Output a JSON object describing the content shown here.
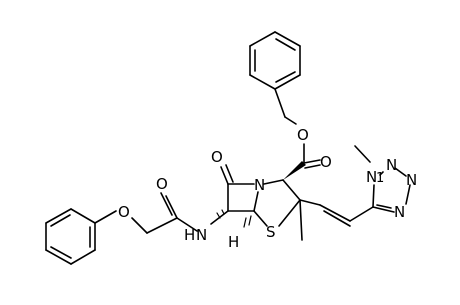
{
  "molecule": {
    "atom_labels": {
      "carbonyl_oxygen_beta_lactam": "O",
      "ring_nitrogen": "N",
      "thiazolidine_sulfur": "S",
      "bridgehead_hydrogen": "H",
      "ester_carbonyl_oxygen": "O",
      "ester_ether_oxygen": "O",
      "amide_nitrogen_label": "N",
      "amide_nitrogen_hydrogen": "H",
      "amide_carbonyl_oxygen": "O",
      "phenoxy_oxygen": "O",
      "tetrazole_n1": "N",
      "tetrazole_n2": "N",
      "tetrazole_n3": "N",
      "tetrazole_n4": "N"
    },
    "substituent_labels": {
      "tetrazole_n_methyl_number": "1"
    }
  }
}
